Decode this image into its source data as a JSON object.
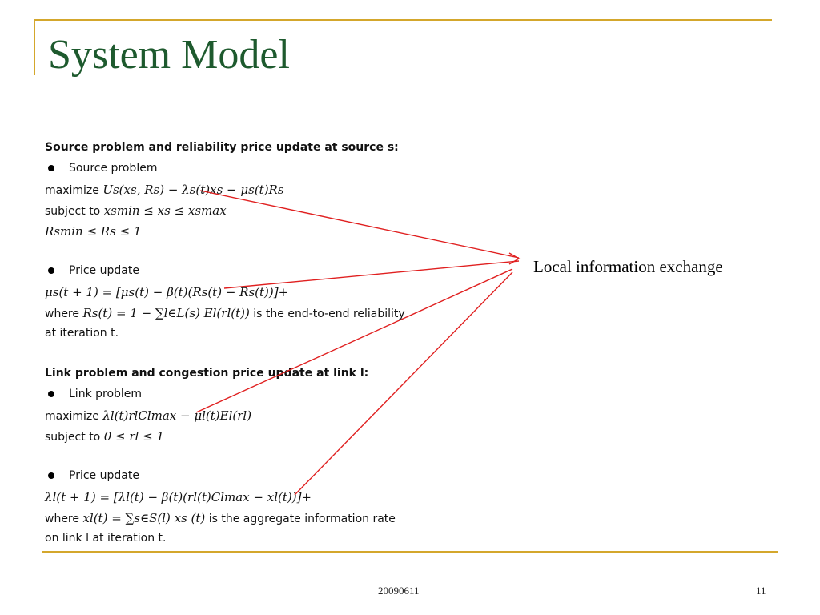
{
  "slide": {
    "title": "System Model",
    "side_label": "Local information exchange",
    "footer_date": "20090611",
    "page_number": "11",
    "accent_color": "#d4a72c",
    "title_color": "#1e5a2e",
    "arrow_color": "#e02020"
  },
  "content": {
    "source_heading": "Source problem and reliability price update at source s:",
    "source_bullet": "Source problem",
    "source_max_label": "maximize",
    "source_max_expr": "Us(xs, Rs) − λs(t)xs − μs(t)Rs",
    "source_subject_label": "subject to",
    "source_subject_expr": "xsmin ≤ xs ≤ xsmax",
    "source_r_constraint": "Rsmin ≤ Rs ≤ 1",
    "price_bullet_1": "Price update",
    "mu_update": "μs(t + 1) = [μs(t) − β(t)(Rs(t) − Rs(t))]+",
    "where_label_1": "where",
    "rs_def": "Rs(t) = 1 − ∑l∈L(s) El(rl(t))",
    "rs_desc": "is the end-to-end reliability",
    "at_iteration_1": "at iteration t.",
    "link_heading": "Link problem and congestion price update at link l:",
    "link_bullet": "Link problem",
    "link_max_label": "maximize",
    "link_max_expr": "λl(t)rlClmax − μl(t)El(rl)",
    "link_subject_label": "subject to",
    "link_subject_expr": "0 ≤ rl ≤ 1",
    "price_bullet_2": "Price update",
    "lambda_update": "λl(t + 1) = [λl(t) − β(t)(rl(t)Clmax − xl(t))]+",
    "where_label_2": "where",
    "xl_def": "xl(t) = ∑s∈S(l) xs (t)",
    "xl_desc": "is the aggregate information rate",
    "on_link": "on link l at iteration t."
  }
}
